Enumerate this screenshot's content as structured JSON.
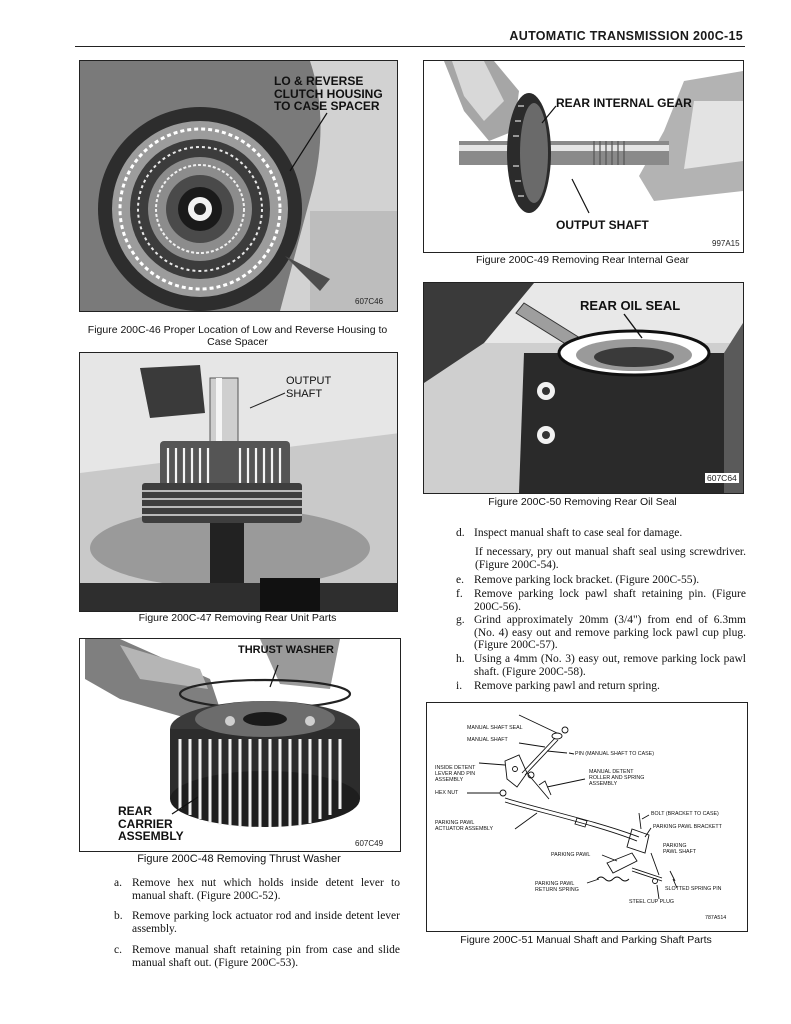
{
  "header": {
    "title": "AUTOMATIC TRANSMISSION  200C-15"
  },
  "figures": {
    "f46": {
      "callout": "LO & REVERSE\nCLUTCH HOUSING\nTO CASE SPACER",
      "code": "607C46",
      "caption": "Figure 200C-46 Proper Location of Low and Reverse Housing to Case Spacer"
    },
    "f47": {
      "callout": "OUTPUT\nSHAFT",
      "caption": "Figure 200C-47 Removing Rear Unit Parts"
    },
    "f48": {
      "callout_top": "THRUST WASHER",
      "callout_side": "REAR\nCARRIER\nASSEMBLY",
      "code": "607C49",
      "caption": "Figure 200C-48 Removing Thrust Washer"
    },
    "f49": {
      "callout_top": "REAR INTERNAL GEAR",
      "callout_bottom": "OUTPUT SHAFT",
      "code": "997A15",
      "caption": "Figure 200C-49 Removing Rear Internal Gear"
    },
    "f50": {
      "callout": "REAR OIL SEAL",
      "code": "607C64",
      "caption": "Figure 200C-50 Removing Rear Oil Seal"
    },
    "f51": {
      "labels": {
        "manual_shaft_seal": "MANUAL SHAFT SEAL",
        "manual_shaft": "MANUAL SHAFT",
        "pin": "PIN (MANUAL SHAFT TO CASE)",
        "inside_detent": "INSIDE DETENT\nLEVER AND PIN\nASSEMBLY",
        "hex_nut": "HEX NUT",
        "manual_detent": "MANUAL DETENT\nROLLER AND SPRING\nASSEMBLY",
        "bolt": "BOLT (BRACKET TO CASE)",
        "parking_pawl_actuator": "PARKING PAWL\nACTUATOR ASSEMBLY",
        "parking_pawl_bracket": "PARKING PAWL BRACKETT",
        "parking_pawl": "PARKING PAWL",
        "parking_pawl_shaft": "PARKING\nPAWL SHAFT",
        "parking_pawl_return_spring": "PARKING PAWL\nRETURN SPRING",
        "slotted_spring_pin": "SLOTTED SPRING PIN",
        "steel_cup_plug": "STEEL CUP PLUG"
      },
      "code": "787A514",
      "caption": "Figure 200C-51 Manual Shaft and Parking Shaft Parts"
    }
  },
  "left_steps": [
    {
      "marker": "a.",
      "text": "Remove hex nut which holds inside detent lever to manual shaft. (Figure 200C-52)."
    },
    {
      "marker": "b.",
      "text": "Remove parking lock actuator rod and inside detent lever assembly."
    },
    {
      "marker": "c.",
      "text": "Remove manual shaft retaining pin from case and slide manual shaft out. (Figure 200C-53)."
    }
  ],
  "right_steps": {
    "d": {
      "marker": "d.",
      "text": "Inspect manual shaft to case seal for damage."
    },
    "d_note": "If necessary, pry out manual shaft seal using screwdriver. (Figure 200C-54).",
    "e": {
      "marker": "e.",
      "text": "Remove parking lock bracket. (Figure 200C-55)."
    },
    "f": {
      "marker": "f.",
      "text": "Remove parking lock pawl shaft retaining pin. (Figure 200C-56)."
    },
    "g": {
      "marker": "g.",
      "text": "Grind approximately 20mm (3/4\") from end of 6.3mm (No. 4) easy out and remove parking lock pawl cup plug. (Figure 200C-57)."
    },
    "h": {
      "marker": "h.",
      "text": "Using a 4mm (No. 3) easy out, remove parking lock pawl shaft. (Figure 200C-58)."
    },
    "i": {
      "marker": "i.",
      "text": "Remove parking pawl and return spring."
    }
  }
}
